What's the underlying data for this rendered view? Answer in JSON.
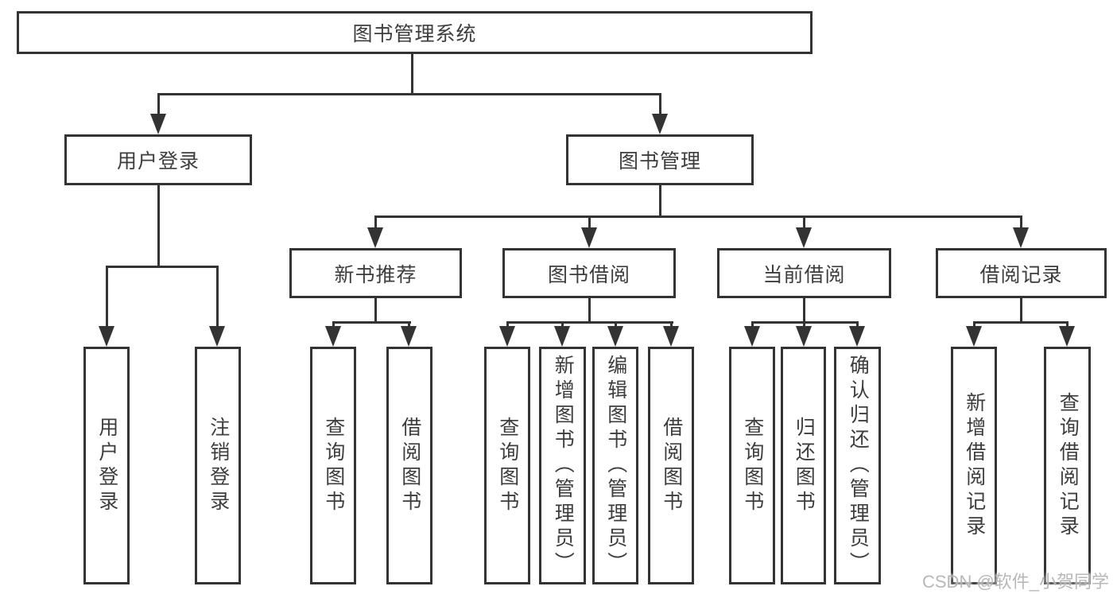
{
  "tree": {
    "label": "图书管理系统",
    "children": [
      {
        "label": "用户登录",
        "children": [
          {
            "label": "用户登录"
          },
          {
            "label": "注销登录"
          }
        ]
      },
      {
        "label": "图书管理",
        "children": [
          {
            "label": "新书推荐",
            "children": [
              {
                "label": "查询图书"
              },
              {
                "label": "借阅图书"
              }
            ]
          },
          {
            "label": "图书借阅",
            "children": [
              {
                "label": "查询图书"
              },
              {
                "label": "新增图书（管理员）"
              },
              {
                "label": "编辑图书（管理员）"
              },
              {
                "label": "借阅图书"
              }
            ]
          },
          {
            "label": "当前借阅",
            "children": [
              {
                "label": "查询图书"
              },
              {
                "label": "归还图书"
              },
              {
                "label": "确认归还（管理员）"
              }
            ]
          },
          {
            "label": "借阅记录",
            "children": [
              {
                "label": "新增借阅记录"
              },
              {
                "label": "查询借阅记录"
              }
            ]
          }
        ]
      }
    ]
  },
  "watermark": {
    "text": "CSDN @软件_小贺同学"
  },
  "colors": {
    "line": "#333333",
    "text": "#3d3d3d",
    "background": "#ffffff",
    "watermark": "#b2b2b2"
  }
}
